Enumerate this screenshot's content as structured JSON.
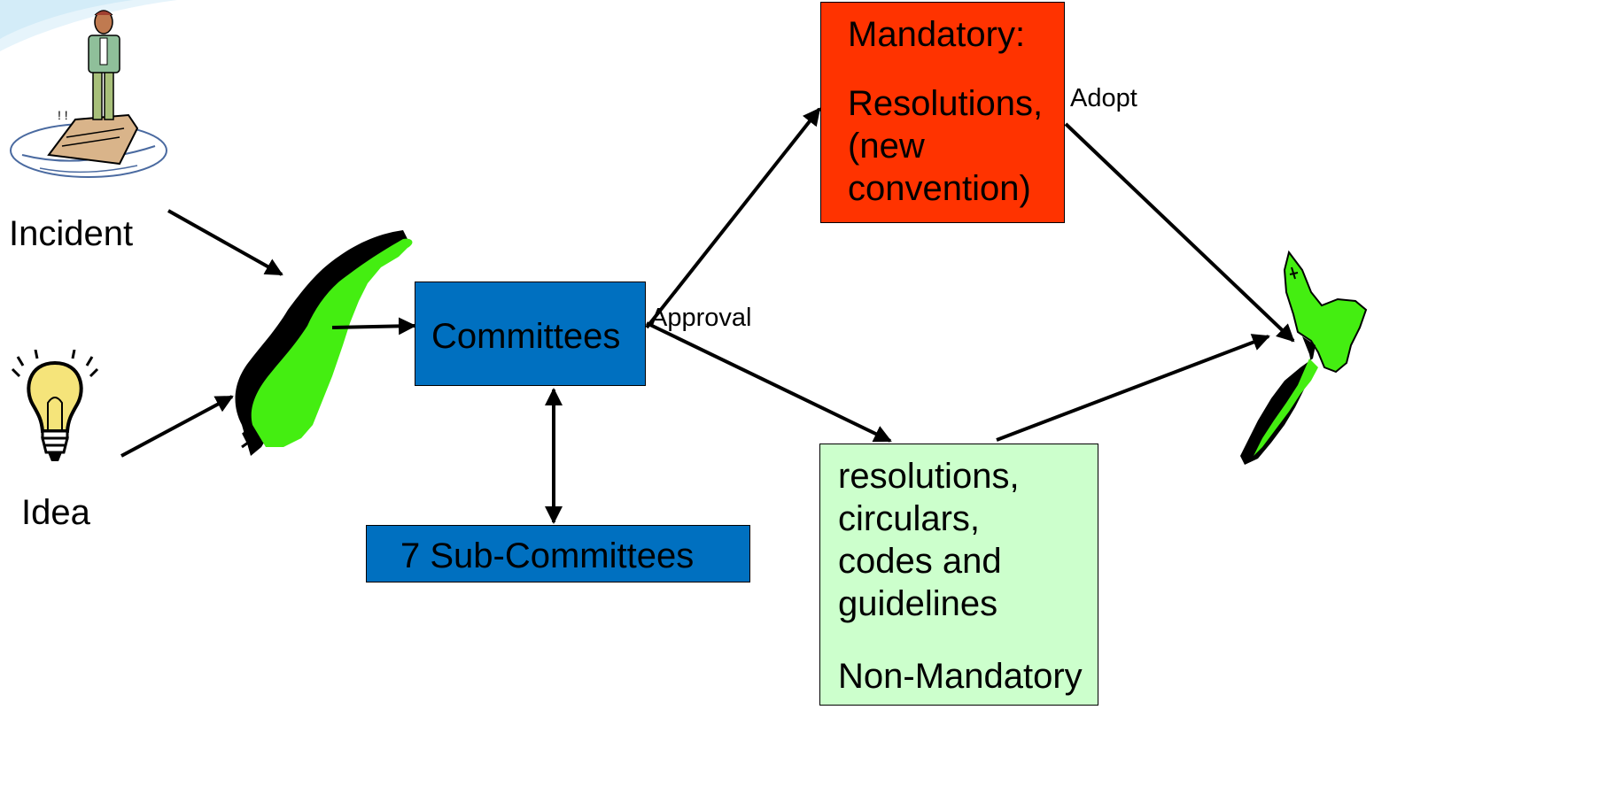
{
  "colors": {
    "committee_box": "#0070c0",
    "mandatory_box": "#ff3300",
    "non_mandatory_box": "#ccffcc",
    "map_green": "#44ee11",
    "arrow": "#000000"
  },
  "icons": {
    "incident": "man-on-sinking-boat-icon",
    "idea": "light-bulb-icon",
    "norway": "norway-map-icon",
    "new_zealand": "new-zealand-map-icon"
  },
  "labels": {
    "incident": "Incident",
    "idea": "Idea",
    "approval": "Approval",
    "adopt": "Adopt"
  },
  "boxes": {
    "committees": "Committees",
    "sub_committees": "7 Sub-Committees",
    "mandatory": {
      "heading": "Mandatory:",
      "lines": [
        "Resolutions,",
        "(new",
        "convention)"
      ]
    },
    "non_mandatory": {
      "lines": [
        "resolutions,",
        "circulars,",
        "codes and",
        "guidelines"
      ],
      "footer": "Non-Mandatory"
    }
  }
}
